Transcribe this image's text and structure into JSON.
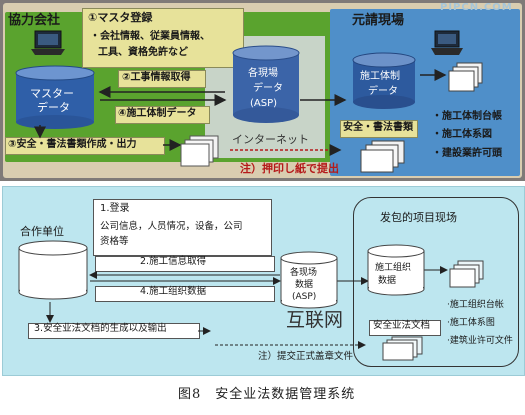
{
  "top": {
    "company": "協力会社",
    "step1_title": "①マスタ登録",
    "step1_items": [
      "・会社情報、従業員情報、",
      "工具、資格免許など"
    ],
    "step2": "②工事情報取得",
    "step4": "④施工体制データ",
    "step3": "③安全・書法書類作成・出力",
    "master_db": [
      "マスター",
      "データ"
    ],
    "site_db": [
      "各現場",
      "データ",
      "(ASP)"
    ],
    "internet": "インターネット",
    "site_label": "元請現場",
    "site_db2": [
      "施工体制",
      "データ"
    ],
    "safety_box": "安全・書法書類",
    "outputs": [
      "・施工体制台帳",
      "・施工体系図",
      "・建設業許可頭"
    ],
    "note": "注）押印し紙で提出"
  },
  "bottom": {
    "company": "合作单位",
    "step1_title": "1.登录",
    "step1_items": [
      "公司信息，人员情况，设备，公司",
      "资格等"
    ],
    "step2": "2.施工信息取得",
    "step4": "4.施工组织数据",
    "step3": "3.安全业法文档的生成以及输出",
    "site_db": [
      "各现场",
      "数据",
      "(ASP)"
    ],
    "internet": "互联网",
    "site_label": "发包的项目现场",
    "site_db2": [
      "施工组织",
      "数据"
    ],
    "safety_box": "安全业法文档",
    "outputs": [
      "·施工组织台帐",
      "·施工体系图",
      "·建筑业许可文件"
    ],
    "note": "注）提交正式盖章文件"
  },
  "caption": "图8　安全业法数据管理系统",
  "watermark": "PIPCN.COM"
}
